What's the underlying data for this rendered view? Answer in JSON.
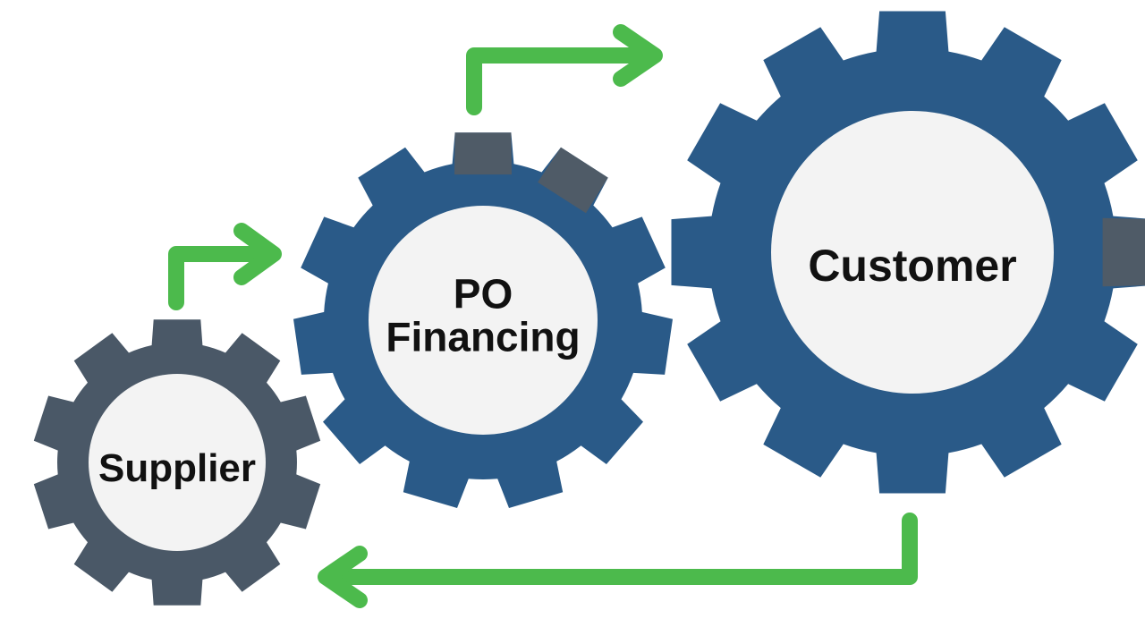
{
  "gears": {
    "supplier": {
      "label": "Supplier"
    },
    "po_financing": {
      "line1": "PO",
      "line2": "Financing"
    },
    "customer": {
      "label": "Customer"
    }
  },
  "colors": {
    "gear_gray": "#4a5867",
    "gear_blue": "#2a5a88",
    "gear_overlap": "#4f5b67",
    "gear_center": "#f3f3f3",
    "arrow_green": "#4cba4c",
    "label_text": "#111111"
  }
}
